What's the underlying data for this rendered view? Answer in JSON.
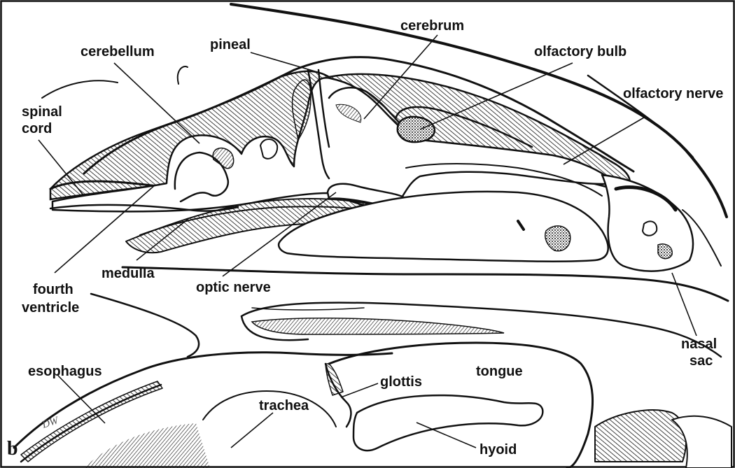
{
  "figure": {
    "panel_letter": "b",
    "signature": "DW",
    "colors": {
      "ink": "#111111",
      "paper": "#ffffff"
    }
  },
  "labels": {
    "cerebellum": "cerebellum",
    "pineal": "pineal",
    "cerebrum": "cerebrum",
    "olfactory_bulb": "olfactory bulb",
    "olfactory_nerve": "olfactory nerve",
    "spinal_cord": [
      "spinal",
      "cord"
    ],
    "medulla": "medulla",
    "optic_nerve": "optic nerve",
    "fourth_ventricle": [
      "fourth",
      "ventricle"
    ],
    "nasal_sac": [
      "nasal",
      "sac"
    ],
    "esophagus": "esophagus",
    "glottis": "glottis",
    "tongue": "tongue",
    "trachea": "trachea",
    "hyoid": "hyoid"
  }
}
